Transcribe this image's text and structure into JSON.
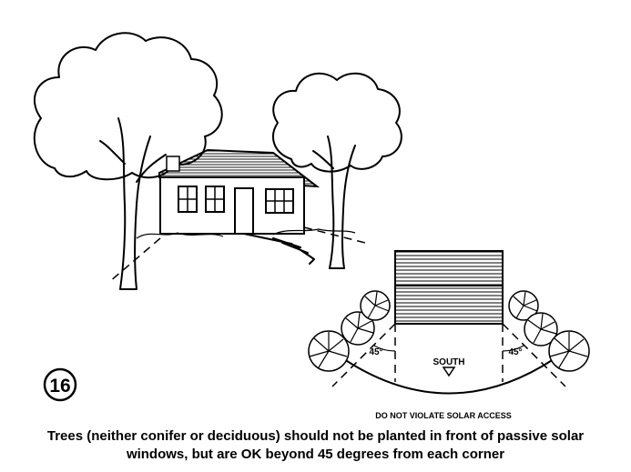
{
  "figure": {
    "number": "16",
    "angle_left": "45°",
    "angle_right": "45°",
    "direction_label": "SOUTH",
    "note": "DO NOT VIOLATE SOLAR ACCESS"
  },
  "caption": {
    "line1": "Trees (neither conifer or deciduous) should not be planted in front of passive solar",
    "line2": "windows, but are OK beyond 45 degrees from each corner"
  }
}
